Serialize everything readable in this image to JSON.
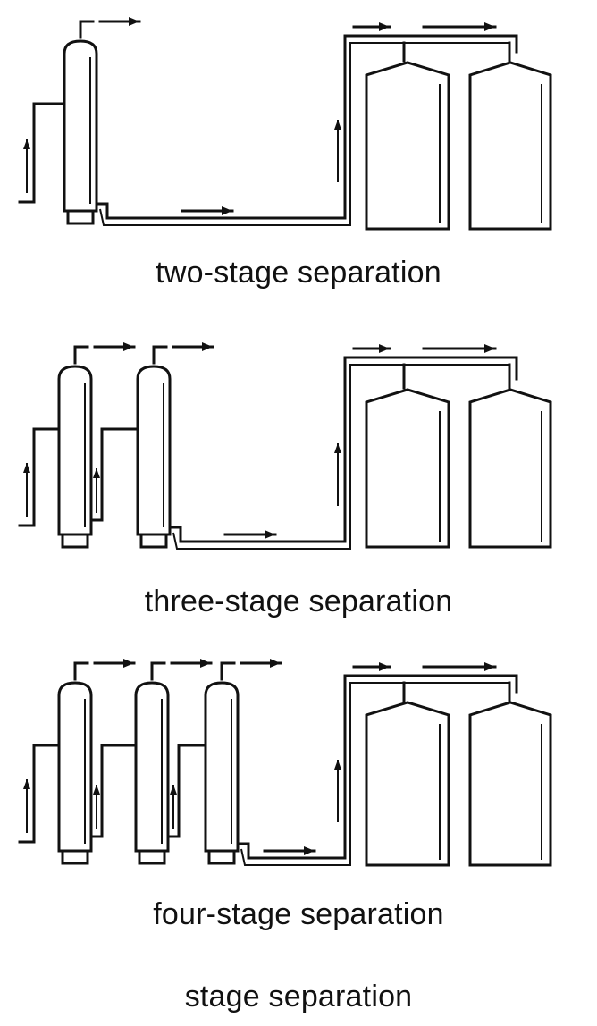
{
  "diagrams": [
    {
      "caption": "two-stage separation",
      "separators": 1
    },
    {
      "caption": "three-stage separation",
      "separators": 2
    },
    {
      "caption": "four-stage separation",
      "separators": 3
    }
  ],
  "figure_caption": "stage separation"
}
